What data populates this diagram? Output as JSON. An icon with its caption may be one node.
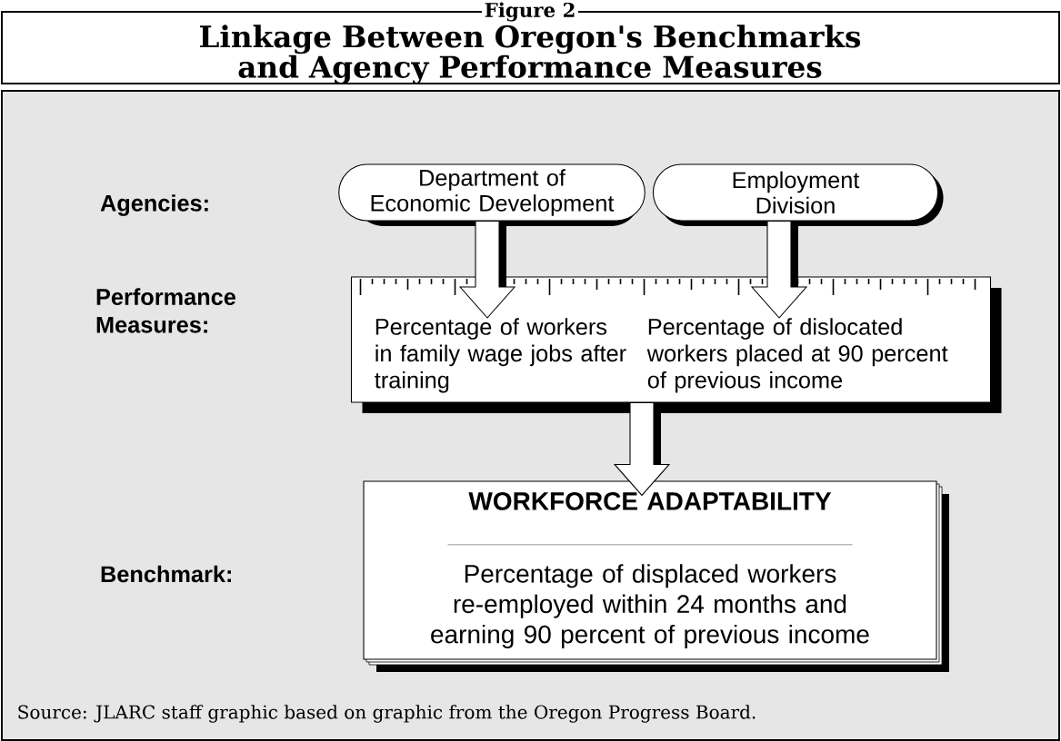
{
  "diagram": {
    "title": "Linkage Between Oregon's Benchmarks and Agency Performance Measures",
    "caption": "Source:  JLARC staff graphic based on graphic from the Oregon Progress Board.",
    "nodes": [
      {
        "text": [
          "Department of Economic Development"
        ]
      },
      {
        "text": [
          "Employment Division"
        ]
      },
      {
        "text": [],
        "shape": "box"
      },
      {
        "text": [
          "Percentage of workers in family wage jobs after training"
        ],
        "in": 2
      },
      {
        "text": [
          "Percentage of dislocated workers placed at 90 percent of previous income"
        ],
        "in": 2
      },
      {
        "text": [
          "WORKFORCE ADAPTABILITY",
          "Percentage of displaced workers re-employed within 24 months and earning 90 percent of previous income"
        ]
      }
    ],
    "edges": [
      {
        "from": 0,
        "to": 3,
        "arrow": "to"
      },
      {
        "from": 1,
        "to": 4,
        "arrow": "to"
      },
      {
        "from": 2,
        "to": 5,
        "arrow": "to"
      }
    ],
    "labels": [
      "Figure 2",
      "Agencies:",
      "Performance Measures:",
      "Benchmark:"
    ]
  }
}
